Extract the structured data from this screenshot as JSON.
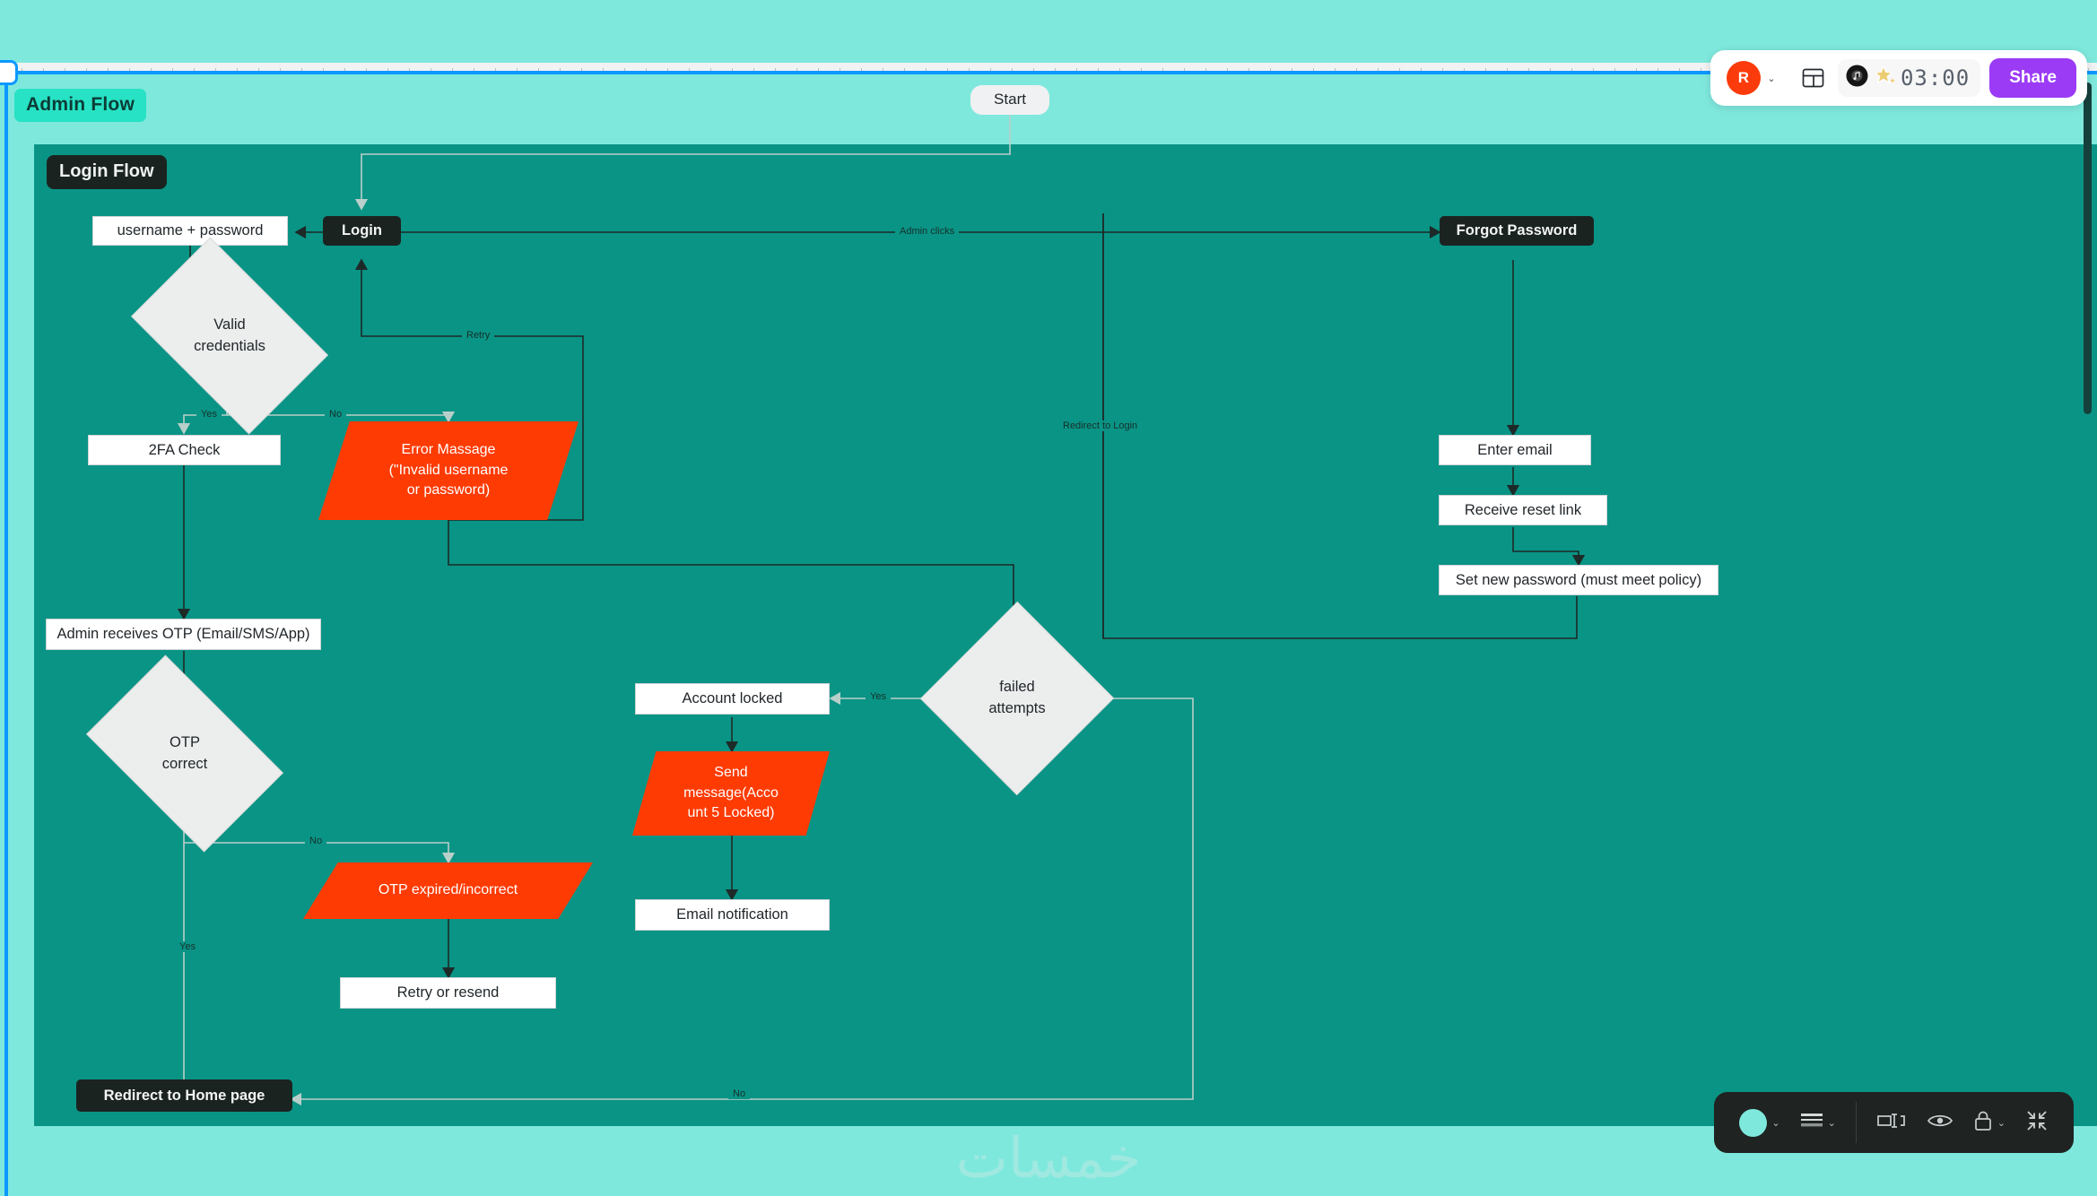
{
  "app": {
    "board_title": "Admin Flow",
    "frame_title": "Login Flow",
    "watermark": "خمسات"
  },
  "top_toolbar": {
    "avatar_initial": "R",
    "avatar_chevron": "⌄",
    "layout_icon": "layout-panel-icon",
    "music_icon": "music-disc-icon",
    "star_icon": "star-sparkle-icon",
    "timer": "03:00",
    "share_label": "Share"
  },
  "bottom_toolbar": {
    "color_swatch": "#7fe8dd",
    "color_chevron": "⌄",
    "stroke_icon": "stroke-lines-icon",
    "stroke_chevron": "⌄",
    "frame_icon": "frame-spacing-icon",
    "eye_icon": "eye-visibility-icon",
    "lock_icon": "lock-icon",
    "lock_chevron": "⌄",
    "collapse_icon": "collapse-arrows-icon"
  },
  "colors": {
    "canvas": "#7fe8dd",
    "frame": "#0a9485",
    "node_dark": "#1b2321",
    "node_white": "#ffffff",
    "node_diamond": "#eceded",
    "node_error": "#fe3b03",
    "accent_share": "#9b3bf5",
    "selection": "#0b99ff",
    "badge_admin": "#27e2c4"
  },
  "chart_data": {
    "type": "diagram",
    "title": "Admin Flow / Login Flow",
    "nodes": [
      {
        "id": "start",
        "label": "Start",
        "shape": "pill"
      },
      {
        "id": "username",
        "label": "username + password",
        "shape": "box"
      },
      {
        "id": "login",
        "label": "Login",
        "shape": "dark"
      },
      {
        "id": "forgot",
        "label": "Forgot Password",
        "shape": "dark"
      },
      {
        "id": "valid",
        "label": "Valid\ncredentials",
        "shape": "diamond"
      },
      {
        "id": "twofa",
        "label": "2FA Check",
        "shape": "box"
      },
      {
        "id": "error",
        "label": "Error Massage\n(\"Invalid username\nor password)",
        "shape": "parallelogram"
      },
      {
        "id": "enter_email",
        "label": "Enter email",
        "shape": "box"
      },
      {
        "id": "reset_link",
        "label": "Receive reset link",
        "shape": "box"
      },
      {
        "id": "set_password",
        "label": "Set new password (must meet policy)",
        "shape": "box"
      },
      {
        "id": "otp_received",
        "label": "Admin receives OTP (Email/SMS/App)",
        "shape": "box"
      },
      {
        "id": "otp_correct",
        "label": "OTP\ncorrect",
        "shape": "diamond"
      },
      {
        "id": "failed_attempts",
        "label": "failed\nattempts",
        "shape": "diamond"
      },
      {
        "id": "account_locked",
        "label": "Account locked",
        "shape": "box"
      },
      {
        "id": "send_message",
        "label": "Send\nmessage(Acco\nunt 5 Locked)",
        "shape": "parallelogram"
      },
      {
        "id": "email_notif",
        "label": "Email notification",
        "shape": "box"
      },
      {
        "id": "otp_expired",
        "label": "OTP expired/incorrect",
        "shape": "parallelogram"
      },
      {
        "id": "retry_resend",
        "label": "Retry or resend",
        "shape": "box"
      },
      {
        "id": "redirect_home",
        "label": "Redirect to Home page",
        "shape": "dark"
      }
    ],
    "edges": [
      {
        "from": "start",
        "to": "login",
        "label": ""
      },
      {
        "from": "login",
        "to": "username",
        "label": ""
      },
      {
        "from": "login",
        "to": "forgot",
        "label": "Admin clicks"
      },
      {
        "from": "username",
        "to": "valid",
        "label": ""
      },
      {
        "from": "valid",
        "to": "twofa",
        "label": "Yes"
      },
      {
        "from": "valid",
        "to": "error",
        "label": "No"
      },
      {
        "from": "error",
        "to": "login",
        "label": "Retry"
      },
      {
        "from": "forgot",
        "to": "enter_email",
        "label": ""
      },
      {
        "from": "enter_email",
        "to": "reset_link",
        "label": ""
      },
      {
        "from": "reset_link",
        "to": "set_password",
        "label": ""
      },
      {
        "from": "set_password",
        "to": "login",
        "label": "Redirect to Login"
      },
      {
        "from": "twofa",
        "to": "otp_received",
        "label": ""
      },
      {
        "from": "otp_received",
        "to": "otp_correct",
        "label": ""
      },
      {
        "from": "otp_correct",
        "to": "redirect_home",
        "label": "Yes"
      },
      {
        "from": "otp_correct",
        "to": "otp_expired",
        "label": "No"
      },
      {
        "from": "otp_expired",
        "to": "retry_resend",
        "label": ""
      },
      {
        "from": "failed_attempts",
        "to": "account_locked",
        "label": "Yes"
      },
      {
        "from": "failed_attempts",
        "to": "redirect_home",
        "label": "No"
      },
      {
        "from": "account_locked",
        "to": "send_message",
        "label": ""
      },
      {
        "from": "send_message",
        "to": "email_notif",
        "label": ""
      },
      {
        "from": "error",
        "to": "failed_attempts",
        "label": ""
      }
    ],
    "edge_labels": {
      "admin_clicks": "Admin clicks",
      "retry": "Retry",
      "redirect_to_login": "Redirect to Login",
      "yes_valid": "Yes",
      "no_valid": "No",
      "yes_otp": "Yes",
      "no_otp": "No",
      "yes_failed": "Yes",
      "no_failed": "No"
    }
  }
}
